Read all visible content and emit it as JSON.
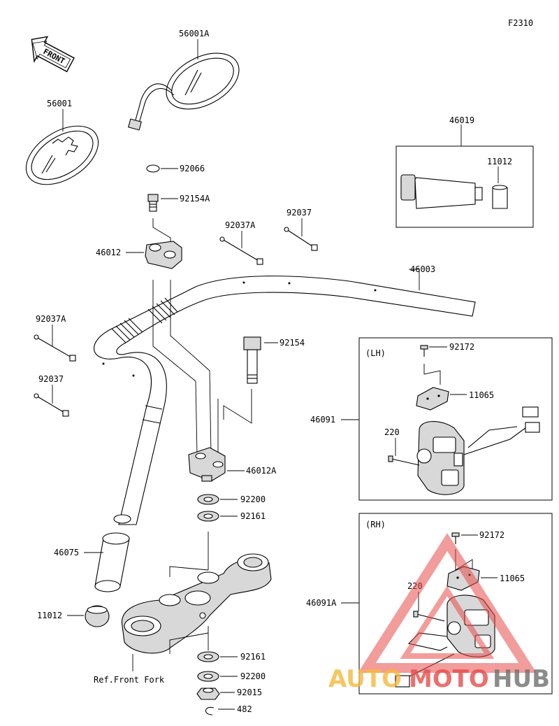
{
  "figure_code": "F2310",
  "front_badge": "FRONT",
  "labels": {
    "mirror_right": "56001A",
    "mirror_left": "56001",
    "cap": "92066",
    "bolt_a": "92154A",
    "holder_upper": "46012",
    "bolt_92037a_top": "92037A",
    "bolt_92037_top": "92037",
    "handlebar": "46003",
    "grip_assy": "46019",
    "weight_box": "11012",
    "bolt_92037a_left": "92037A",
    "bolt_92037_left": "92037",
    "bolt_long": "92154",
    "holder_lower": "46012A",
    "washer_92200_top": "92200",
    "washer_92161_top": "92161",
    "grip": "46075",
    "weight_left": "11012",
    "washer_92161_bottom": "92161",
    "washer_92200_bottom": "92200",
    "nut": "92015",
    "clip": "482",
    "ref_fork": "Ref.Front Fork",
    "lh_tag": "(LH)",
    "lh_screw": "92172",
    "lh_cover": "11065",
    "lh_switch": "46091",
    "lh_screw220": "220",
    "rh_tag": "(RH)",
    "rh_screw": "92172",
    "rh_cover": "11065",
    "rh_switch": "46091A",
    "rh_screw220": "220"
  },
  "watermark": {
    "part1": "AUTO",
    "part2": "MOTO",
    "part3": "HUB",
    "color_orange": "#f6b93b",
    "color_red": "#e84c4c",
    "color_grey": "#6f6f6f"
  }
}
